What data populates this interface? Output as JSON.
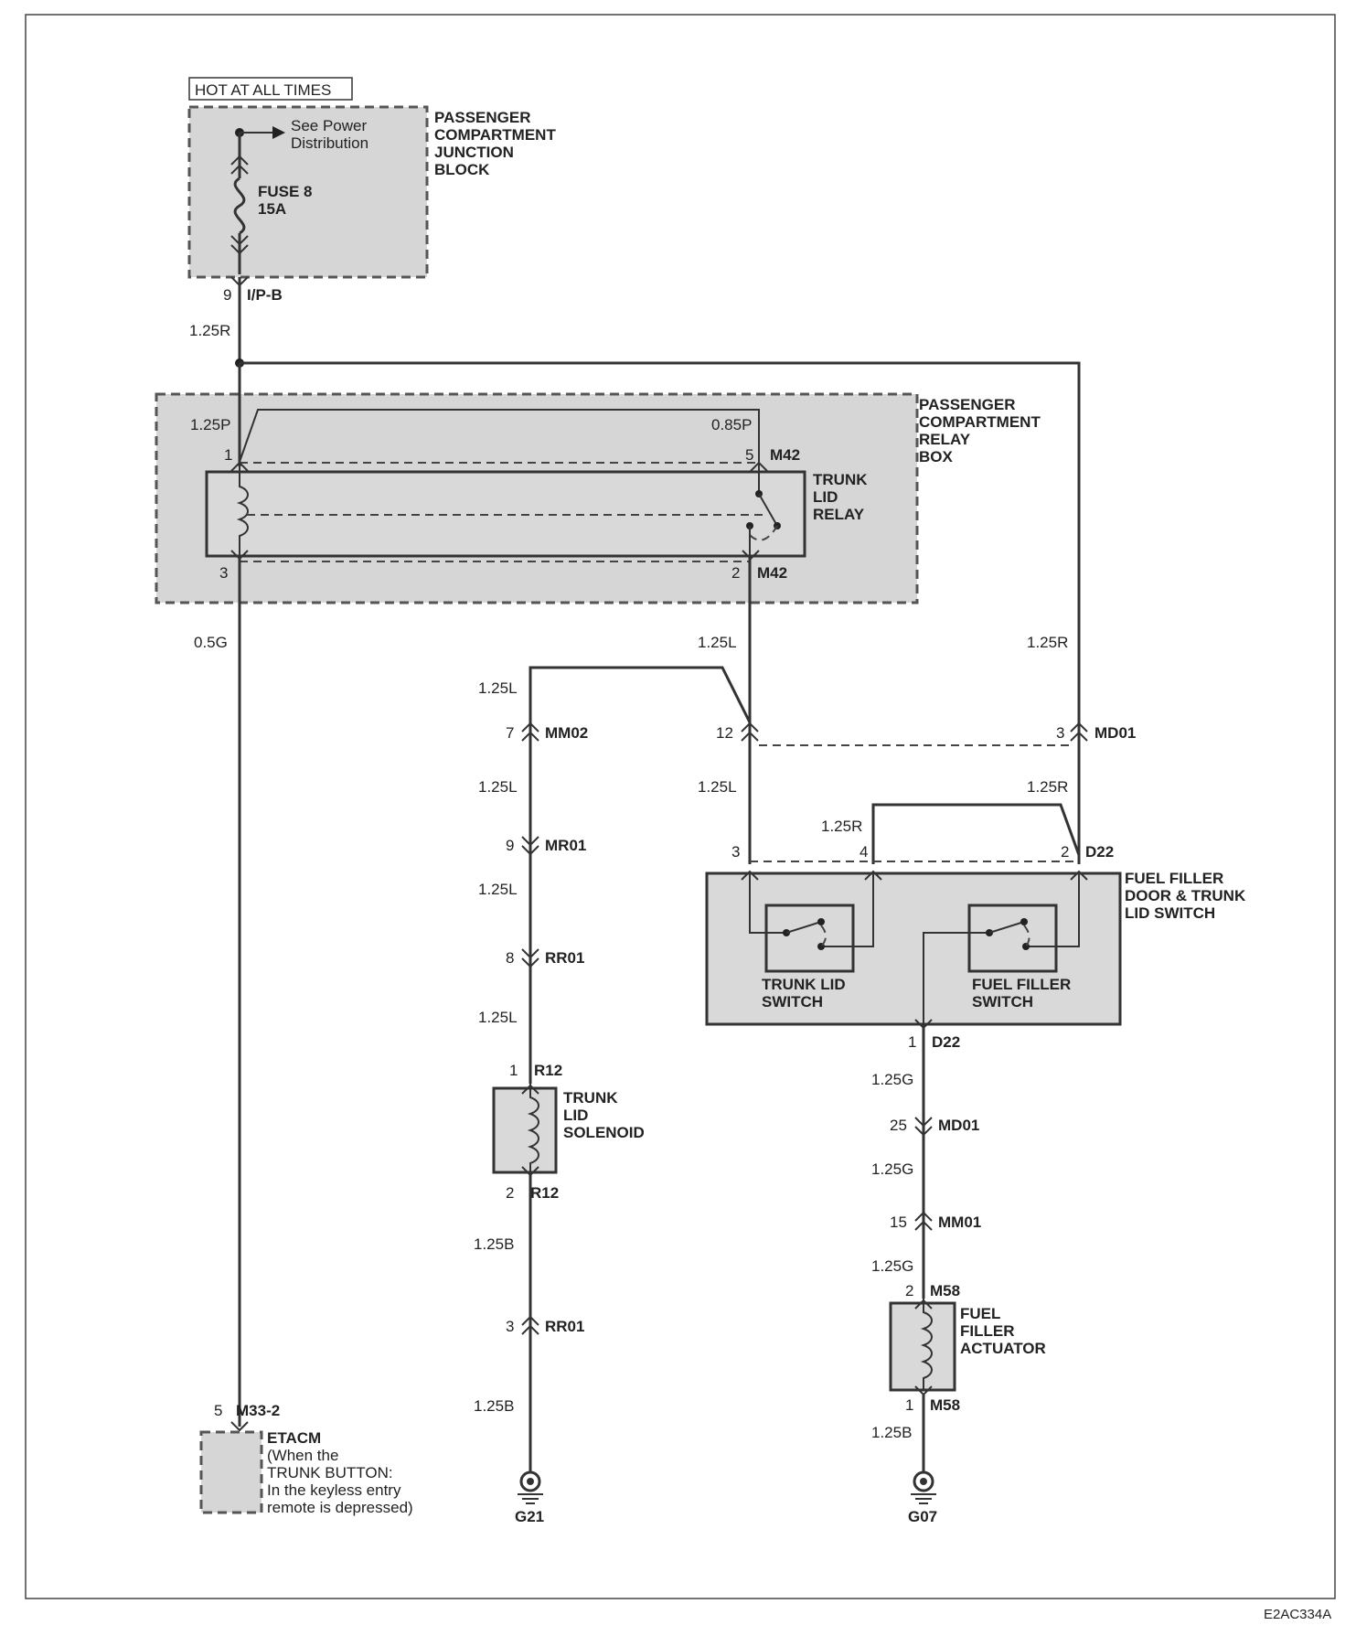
{
  "header": {
    "hot_label": "HOT AT ALL TIMES"
  },
  "junction_block": {
    "title_lines": [
      "PASSENGER",
      "COMPARTMENT",
      "JUNCTION",
      "BLOCK"
    ],
    "see_power_lines": [
      "See Power",
      "Distribution"
    ],
    "fuse_name": "FUSE 8",
    "fuse_rating": "15A",
    "pin": "9",
    "connector": "I/P-B"
  },
  "relay_box": {
    "title_lines": [
      "PASSENGER",
      "COMPARTMENT",
      "RELAY",
      "BOX"
    ],
    "relay_lines": [
      "TRUNK",
      "LID",
      "RELAY"
    ],
    "pin1": "1",
    "pin3": "3",
    "pin5": "5",
    "pin2": "2",
    "connector": "M42"
  },
  "switch_box": {
    "title_lines": [
      "FUEL FILLER",
      "DOOR & TRUNK",
      "LID SWITCH"
    ],
    "trunk_switch_lines": [
      "TRUNK LID",
      "SWITCH"
    ],
    "fuel_switch_lines": [
      "FUEL FILLER",
      "SWITCH"
    ],
    "pin3": "3",
    "pin4": "4",
    "pin2": "2",
    "pin1": "1",
    "connector": "D22"
  },
  "wires": {
    "w_main": "1.25R",
    "w_relay_in": "1.25P",
    "w_relay_85": "0.85P",
    "w_etacm": "0.5G",
    "w_relay_out": "1.25L",
    "w_right": "1.25R",
    "w_sol_top": "1.25L",
    "w_sol_a": "1.25L",
    "w_sol_b": "1.25L",
    "w_sol_c": "1.25L",
    "w_sw3": "1.25L",
    "w_sw2": "1.25R",
    "w_sw4": "1.25R",
    "w_act_a": "1.25G",
    "w_act_b": "1.25G",
    "w_act_c": "1.25G",
    "w_gnd_sol_a": "1.25B",
    "w_gnd_sol_b": "1.25B",
    "w_gnd_act": "1.25B"
  },
  "connectors": {
    "mm02_pin": "7",
    "mm02": "MM02",
    "mr01_pin": "9",
    "mr01": "MR01",
    "rr01_pin": "8",
    "rr01": "RR01",
    "c12_pin": "12",
    "md01_pin": "3",
    "md01": "MD01",
    "md01b_pin": "25",
    "md01b": "MD01",
    "mm01_pin": "15",
    "mm01": "MM01",
    "rr01b_pin": "3",
    "rr01b": "RR01"
  },
  "solenoid": {
    "label_lines": [
      "TRUNK",
      "LID",
      "SOLENOID"
    ],
    "top_pin": "1",
    "bottom_pin": "2",
    "connector": "R12"
  },
  "actuator": {
    "label_lines": [
      "FUEL",
      "FILLER",
      "ACTUATOR"
    ],
    "top_pin": "2",
    "bottom_pin": "1",
    "connector": "M58"
  },
  "etacm": {
    "pin": "5",
    "connector": "M33-2",
    "label_lines": [
      "ETACM",
      "(When the",
      "TRUNK BUTTON:",
      "In the keyless entry",
      "remote is depressed)"
    ]
  },
  "grounds": {
    "g21": "G21",
    "g07": "G07"
  },
  "footer": {
    "code": "E2AC334A"
  }
}
